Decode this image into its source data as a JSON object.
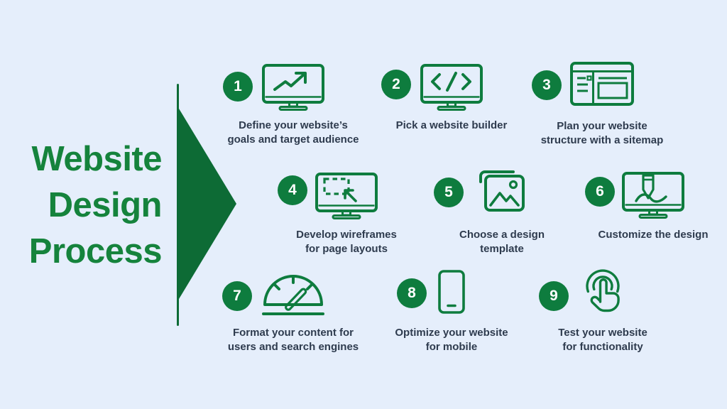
{
  "title": {
    "lines": [
      "Website",
      "Design",
      "Process"
    ]
  },
  "steps": [
    {
      "number": "1",
      "icon": "analytics-monitor-icon",
      "label_lines": [
        "Define your website’s",
        "goals and target audience"
      ]
    },
    {
      "number": "2",
      "icon": "code-monitor-icon",
      "label_lines": [
        "Pick a website builder"
      ]
    },
    {
      "number": "3",
      "icon": "sitemap-browser-icon",
      "label_lines": [
        "Plan your website",
        "structure with a sitemap"
      ]
    },
    {
      "number": "4",
      "icon": "wireframe-monitor-icon",
      "label_lines": [
        "Develop wireframes",
        "for page layouts"
      ]
    },
    {
      "number": "5",
      "icon": "design-template-icon",
      "label_lines": [
        "Choose a design",
        "template"
      ]
    },
    {
      "number": "6",
      "icon": "customize-monitor-icon",
      "label_lines": [
        "Customize the design"
      ]
    },
    {
      "number": "7",
      "icon": "speedometer-icon",
      "label_lines": [
        "Format your content for",
        "users and search engines"
      ]
    },
    {
      "number": "8",
      "icon": "mobile-phone-icon",
      "label_lines": [
        "Optimize your website",
        "for mobile"
      ]
    },
    {
      "number": "9",
      "icon": "tap-gesture-icon",
      "label_lines": [
        "Test your website",
        "for functionality"
      ]
    }
  ],
  "colors": {
    "background": "#e5eefb",
    "green": "#0e7c3e",
    "green_dark": "#0d6b35",
    "title_green": "#15833c",
    "text": "#2e3b4e",
    "badge_text": "#ffffff"
  }
}
